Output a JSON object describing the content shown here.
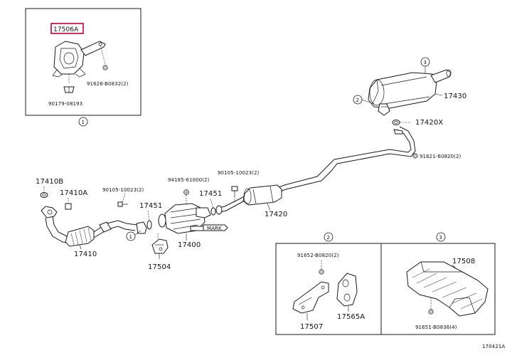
{
  "diagram": {
    "highlighted_part": "17506A",
    "labels": {
      "p17506A": "17506A",
      "p91626": "91626-B0832(2)",
      "p90179": "90179-08193",
      "ref1_top": "1",
      "ref3_top": "3",
      "ref2_top": "2",
      "p17430": "17430",
      "p17420X": "17420X",
      "p91621": "91621-60820(2)",
      "p17410B": "17410B",
      "p17410A": "17410A",
      "p90105a": "90105-10023(2)",
      "p94185": "94185-61000(2)",
      "p90105b": "90105-10023(2)",
      "p17451a": "17451",
      "p17451b": "17451",
      "p17420": "17420",
      "mark": "MARK",
      "p17410": "17410",
      "ref1_mid": "1",
      "p17400": "17400",
      "p17504": "17504",
      "ref2_box": "2",
      "ref3_box": "3",
      "p91652": "91652-B0820(2)",
      "p17507": "17507",
      "p17565A": "17565A",
      "p17508": "17508",
      "p91651": "91651-B0836(4)",
      "figure_no": "170421A"
    }
  }
}
